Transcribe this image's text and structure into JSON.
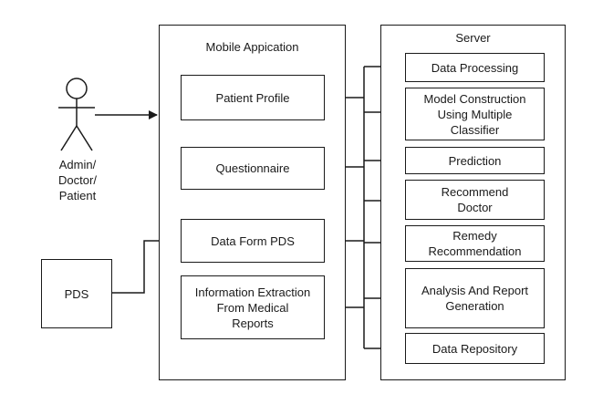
{
  "actor": {
    "label": "Admin/\nDoctor/\nPatient"
  },
  "pds": {
    "label": "PDS"
  },
  "mobile_app": {
    "title": "Mobile Appication",
    "items": [
      "Patient Profile",
      "Questionnaire",
      "Data Form PDS",
      "Information Extraction\nFrom Medical\nReports"
    ]
  },
  "server": {
    "title": "Server",
    "items": [
      "Data Processing",
      "Model Construction\nUsing Multiple\nClassifier",
      "Prediction",
      "Recommend\nDoctor",
      "Remedy\nRecommendation",
      "Analysis And Report\nGeneration",
      "Data Repository"
    ]
  }
}
